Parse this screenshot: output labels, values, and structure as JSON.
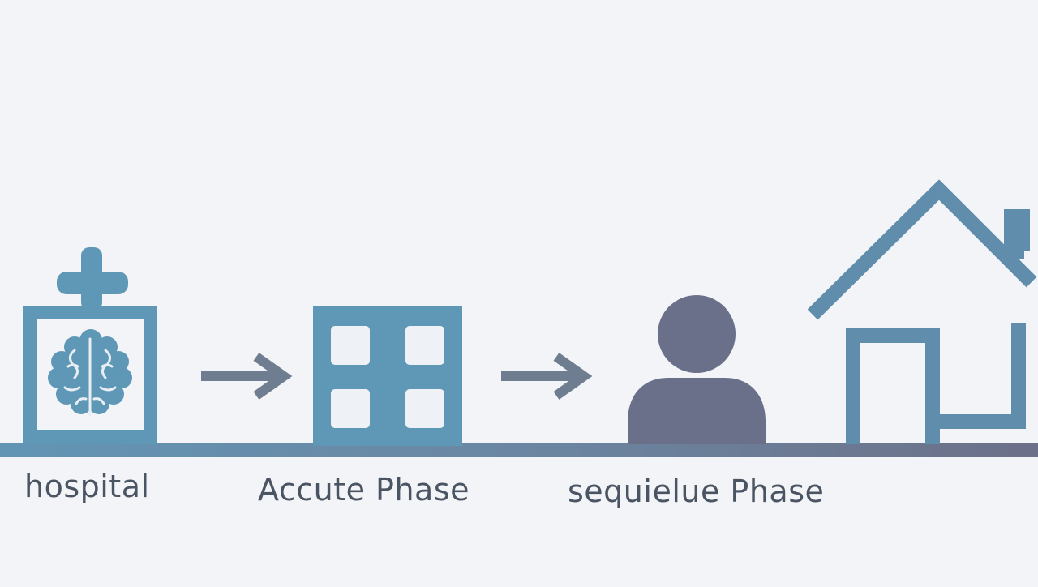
{
  "colors": {
    "background": "#f2f4f7",
    "primary_blue": "#5f97b6",
    "dark_slate": "#6a6f8a",
    "arrow": "#6f7d91",
    "baseline_start": "#6295b4",
    "baseline_end": "#6c7088",
    "label_text": "#4a5463"
  },
  "stages": [
    {
      "icon": "hospital-brain-icon",
      "label": "hospital"
    },
    {
      "icon": "building-windows-icon",
      "label": "Accute Phase"
    },
    {
      "icon": "person-icon",
      "label": "sequielue Phase"
    },
    {
      "icon": "house-icon",
      "label": ""
    }
  ],
  "connectors": [
    {
      "icon": "arrow-right-icon"
    },
    {
      "icon": "arrow-right-icon"
    }
  ]
}
